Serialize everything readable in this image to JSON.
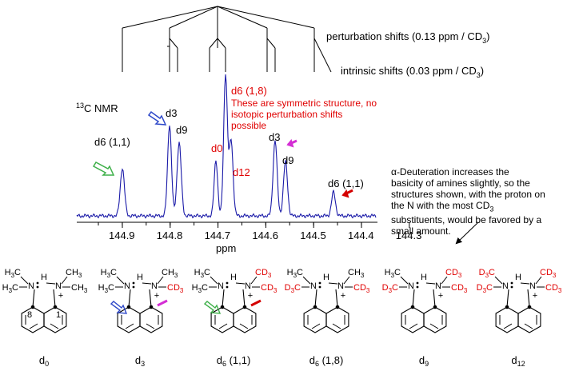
{
  "tree": {
    "perturbation_label": "perturbation shifts (0.13 ppm / CD",
    "perturbation_sub": "3",
    "perturbation_end": ")",
    "intrinsic_label": "intrinsic shifts (0.03 ppm / CD",
    "intrinsic_sub": "3",
    "intrinsic_end": ")"
  },
  "spectrum": {
    "nucleus_sup": "13",
    "nucleus_label": "C NMR",
    "xlabel": "ppm",
    "ticks": [
      "144.9",
      "144.8",
      "144.7",
      "144.6",
      "144.5",
      "144.4",
      "144.3"
    ],
    "peak_labels": {
      "d6_left": "d6 (1,1)",
      "d3_left": "d3",
      "d9_left": "d9",
      "d0": "d0",
      "d6_center": "d6 (1,8)",
      "d12": "d12",
      "d3_right": "d3",
      "d9_right": "d9",
      "d6_right": "d6 (1,1)"
    },
    "red_note": [
      "These are symmetric structure, no",
      "isotopic perturbation shifts",
      "possible"
    ],
    "colors": {
      "trace": "#1a1aa8",
      "highlight": "#e00000",
      "green_arrow": "#3fb04a",
      "blue_arrow": "#2f49c9",
      "magenta_arrow": "#d42ed4",
      "red_arrow": "#d40000"
    }
  },
  "side_note": {
    "lines": [
      "α-Deuteration increases the",
      "basicity of amines slightly, so the",
      "structures shown, with the proton on",
      "the N with the most CD",
      "substituents, would be favored by a",
      "small amount."
    ],
    "sub": "3"
  },
  "structures": [
    {
      "label": "d0"
    },
    {
      "label": "d3"
    },
    {
      "label": "d6 (1,1)"
    },
    {
      "label": "d6 (1,8)"
    },
    {
      "label": "d9"
    },
    {
      "label": "d12"
    }
  ],
  "atom_labels": {
    "h3c": "H3C",
    "ch3": "CH3",
    "cd3": "CD3",
    "d3c": "D3C",
    "n": "N",
    "h": "H",
    "plus": "+",
    "num8": "8",
    "num1": "1"
  }
}
